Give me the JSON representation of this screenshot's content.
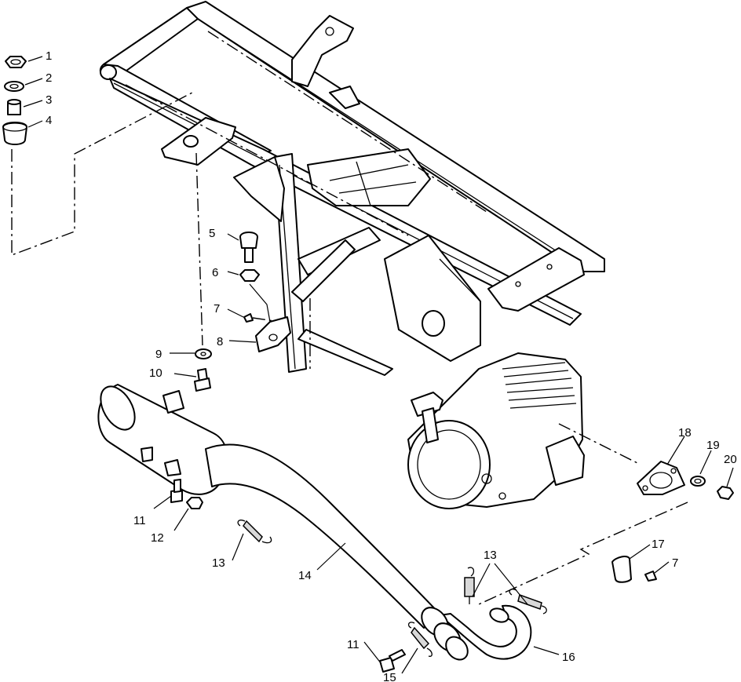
{
  "callouts": [
    {
      "id": "c1",
      "text": "1"
    },
    {
      "id": "c2",
      "text": "2"
    },
    {
      "id": "c3",
      "text": "3"
    },
    {
      "id": "c4",
      "text": "4"
    },
    {
      "id": "c5",
      "text": "5"
    },
    {
      "id": "c6",
      "text": "6"
    },
    {
      "id": "c7a",
      "text": "7"
    },
    {
      "id": "c8",
      "text": "8"
    },
    {
      "id": "c9",
      "text": "9"
    },
    {
      "id": "c10",
      "text": "10"
    },
    {
      "id": "c11a",
      "text": "11"
    },
    {
      "id": "c12",
      "text": "12"
    },
    {
      "id": "c13a",
      "text": "13"
    },
    {
      "id": "c14",
      "text": "14"
    },
    {
      "id": "c13b",
      "text": "13"
    },
    {
      "id": "c11b",
      "text": "11"
    },
    {
      "id": "c15",
      "text": "15"
    },
    {
      "id": "c16",
      "text": "16"
    },
    {
      "id": "c17",
      "text": "17"
    },
    {
      "id": "c7b",
      "text": "7"
    },
    {
      "id": "c18",
      "text": "18"
    },
    {
      "id": "c19",
      "text": "19"
    },
    {
      "id": "c20",
      "text": "20"
    }
  ]
}
